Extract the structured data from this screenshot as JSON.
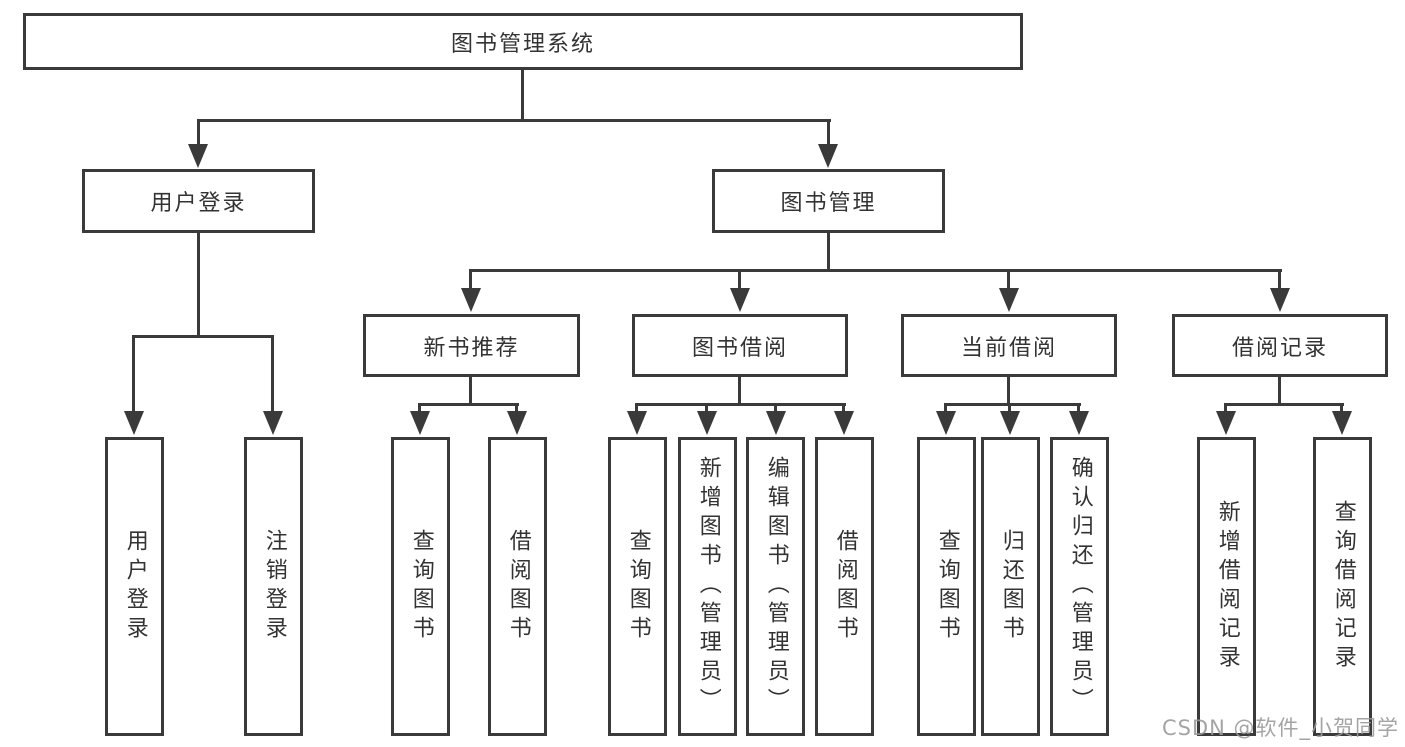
{
  "tree": {
    "label": "图书管理系统",
    "children": [
      {
        "label": "用户登录",
        "children": [
          {
            "label": "用户登录"
          },
          {
            "label": "注销登录"
          }
        ]
      },
      {
        "label": "图书管理",
        "children": [
          {
            "label": "新书推荐",
            "children": [
              {
                "label": "查询图书"
              },
              {
                "label": "借阅图书"
              }
            ]
          },
          {
            "label": "图书借阅",
            "children": [
              {
                "label": "查询图书"
              },
              {
                "label": "新增图书（管理员）"
              },
              {
                "label": "编辑图书（管理员）"
              },
              {
                "label": "借阅图书"
              }
            ]
          },
          {
            "label": "当前借阅",
            "children": [
              {
                "label": "查询图书"
              },
              {
                "label": "归还图书"
              },
              {
                "label": "确认归还（管理员）"
              }
            ]
          },
          {
            "label": "借阅记录",
            "children": [
              {
                "label": "新增借阅记录"
              },
              {
                "label": "查询借阅记录"
              }
            ]
          }
        ]
      }
    ]
  },
  "watermark": {
    "text": "CSDN @软件_小贺同学"
  },
  "colors": {
    "line": "#3a3a3a",
    "text": "#333333",
    "background": "#ffffff",
    "watermark": "#9b9b9b"
  }
}
